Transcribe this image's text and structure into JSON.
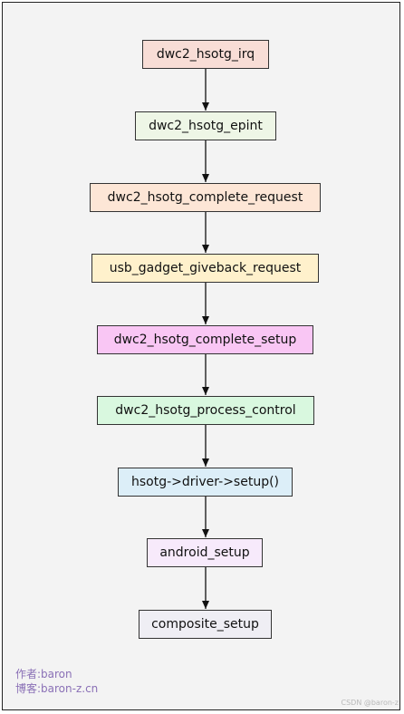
{
  "flow": {
    "nodes": [
      {
        "label": "dwc2_hsotg_irq",
        "color": "#f8ddd6"
      },
      {
        "label": "dwc2_hsotg_epint",
        "color": "#eef6e6"
      },
      {
        "label": "dwc2_hsotg_complete_request",
        "color": "#fde6d6"
      },
      {
        "label": "usb_gadget_giveback_request",
        "color": "#fff1cc"
      },
      {
        "label": "dwc2_hsotg_complete_setup",
        "color": "#f9c6f4"
      },
      {
        "label": "dwc2_hsotg_process_control",
        "color": "#d9f8df"
      },
      {
        "label": "hsotg->driver->setup()",
        "color": "#dceef8"
      },
      {
        "label": "android_setup",
        "color": "#f7eafb"
      },
      {
        "label": "composite_setup",
        "color": "#efeef4"
      }
    ]
  },
  "credits": {
    "author": "作者:baron",
    "blog": "博客:baron-z.cn"
  },
  "watermark": "CSDN @baron-z"
}
